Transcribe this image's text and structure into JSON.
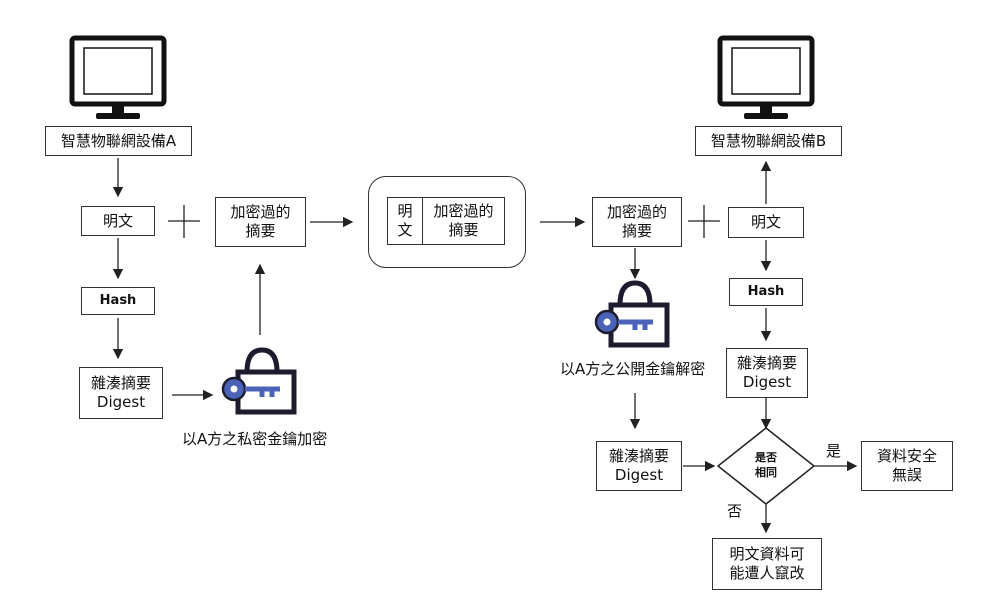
{
  "device_a": "智慧物聯網設備A",
  "device_b": "智慧物聯網設備B",
  "plaintext_a": "明文",
  "plaintext_b": "明文",
  "hash_a": "Hash",
  "hash_b": "Hash",
  "digest_a": "雜湊摘要\nDigest",
  "digest_b1": "雜湊摘要\nDigest",
  "digest_b2": "雜湊摘要\nDigest",
  "encrypted_digest_a": "加密過的\n摘要",
  "encrypted_digest_b": "加密過的\n摘要",
  "packet_plaintext": "明\n文",
  "packet_digest": "加密過的\n摘要",
  "encrypt_caption": "以A方之私密金鑰加密",
  "decrypt_caption": "以A方之公開金鑰解密",
  "decision": "是否\n相同",
  "yes_label": "是",
  "no_label": "否",
  "result_safe": "資料安全\n無誤",
  "result_tampered": "明文資料可\n能遭人竄改",
  "colors": {
    "key": "#4a63b8",
    "line": "#222222",
    "lock": "#1c1c2e"
  },
  "icons": [
    "computer-monitor-icon",
    "lock-key-icon"
  ]
}
